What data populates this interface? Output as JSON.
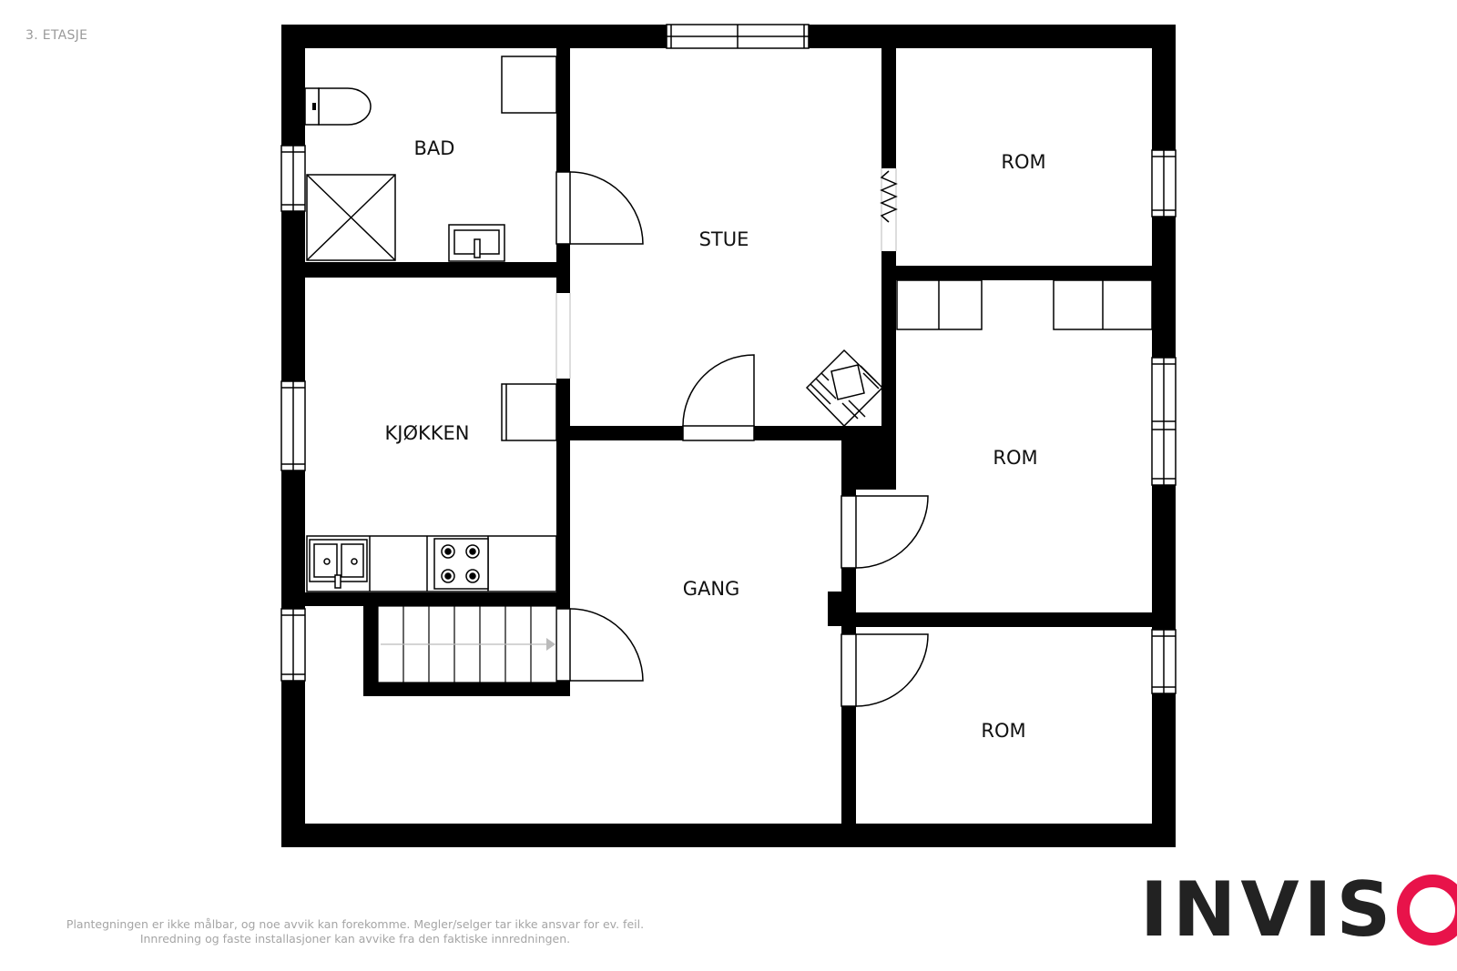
{
  "floor_label": "3. ETASJE",
  "rooms": {
    "bad": "BAD",
    "stue": "STUE",
    "kjokken": "KJØKKEN",
    "gang": "GANG",
    "rom_top": "ROM",
    "rom_middle": "ROM",
    "rom_bottom": "ROM"
  },
  "disclaimer": {
    "line1": "Plantegningen er ikke målbar, og noe avvik kan forekomme. Megler/selger tar ikke ansvar for ev. feil.",
    "line2": "Innredning og faste installasjoner kan avvike fra den faktiske innredningen."
  },
  "logo": {
    "text": "INVIS",
    "brand_color": "#e8134a"
  },
  "colors": {
    "wall": "#000000",
    "line": "#000000",
    "window_fill": "#ffffff"
  }
}
